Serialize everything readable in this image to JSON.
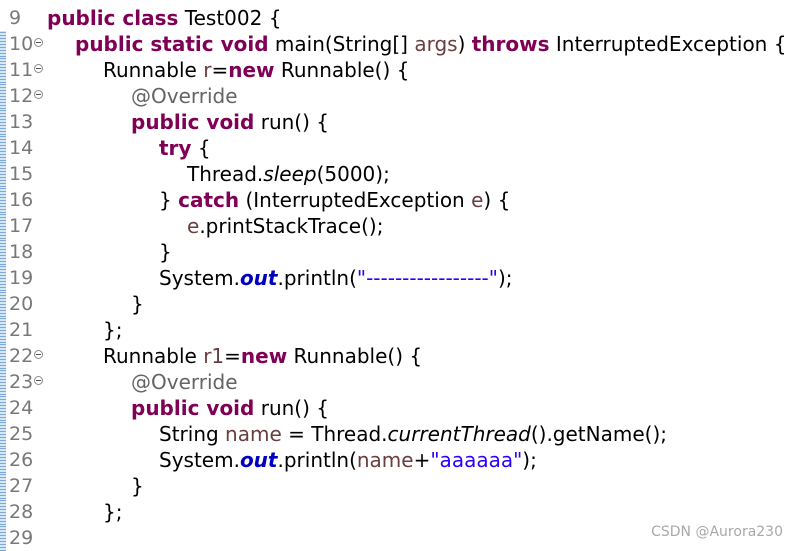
{
  "editor": {
    "lines": [
      {
        "num": "9",
        "indent": 0,
        "fold": false,
        "marker": false,
        "tokens": [
          [
            "kw",
            "public"
          ],
          [
            "",
            ""
          ],
          [
            "kw",
            " class"
          ],
          [
            "",
            " Test002 {"
          ]
        ]
      },
      {
        "num": "10",
        "indent": 1,
        "fold": true,
        "marker": true,
        "tokens": [
          [
            "kw",
            "public static void"
          ],
          [
            "",
            " main(String[] "
          ],
          [
            "var",
            "args"
          ],
          [
            "",
            ") "
          ],
          [
            "kw",
            "throws"
          ],
          [
            "",
            " InterruptedException {"
          ]
        ]
      },
      {
        "num": "11",
        "indent": 2,
        "fold": true,
        "marker": true,
        "tokens": [
          [
            "",
            "Runnable "
          ],
          [
            "var",
            "r"
          ],
          [
            "",
            "="
          ],
          [
            "kw",
            "new"
          ],
          [
            "",
            " Runnable() {"
          ]
        ]
      },
      {
        "num": "12",
        "indent": 3,
        "fold": true,
        "marker": true,
        "tokens": [
          [
            "ann",
            "@Override"
          ]
        ]
      },
      {
        "num": "13",
        "indent": 3,
        "fold": false,
        "marker": true,
        "tokens": [
          [
            "kw",
            "public void"
          ],
          [
            "",
            " run() {"
          ]
        ]
      },
      {
        "num": "14",
        "indent": 4,
        "fold": false,
        "marker": true,
        "tokens": [
          [
            "kw",
            "try"
          ],
          [
            "",
            " {"
          ]
        ]
      },
      {
        "num": "15",
        "indent": 5,
        "fold": false,
        "marker": true,
        "tokens": [
          [
            "",
            "Thread."
          ],
          [
            "itl",
            "sleep"
          ],
          [
            "",
            "(5000);"
          ]
        ]
      },
      {
        "num": "16",
        "indent": 4,
        "fold": false,
        "marker": true,
        "tokens": [
          [
            "",
            "} "
          ],
          [
            "kw",
            "catch"
          ],
          [
            "",
            " (InterruptedException "
          ],
          [
            "var",
            "e"
          ],
          [
            "",
            ") {"
          ]
        ]
      },
      {
        "num": "17",
        "indent": 5,
        "fold": false,
        "marker": true,
        "tokens": [
          [
            "var",
            "e"
          ],
          [
            "",
            ".printStackTrace();"
          ]
        ]
      },
      {
        "num": "18",
        "indent": 4,
        "fold": false,
        "marker": true,
        "tokens": [
          [
            "",
            "}"
          ]
        ]
      },
      {
        "num": "19",
        "indent": 4,
        "fold": false,
        "marker": true,
        "tokens": [
          [
            "",
            "System."
          ],
          [
            "fld",
            "out"
          ],
          [
            "",
            ".println("
          ],
          [
            "str",
            "\"-----------------\""
          ],
          [
            "",
            ");"
          ]
        ]
      },
      {
        "num": "20",
        "indent": 3,
        "fold": false,
        "marker": true,
        "tokens": [
          [
            "",
            "}"
          ]
        ]
      },
      {
        "num": "21",
        "indent": 2,
        "fold": false,
        "marker": true,
        "tokens": [
          [
            "",
            "};"
          ]
        ]
      },
      {
        "num": "22",
        "indent": 2,
        "fold": true,
        "marker": true,
        "tokens": [
          [
            "",
            "Runnable "
          ],
          [
            "var",
            "r1"
          ],
          [
            "",
            "="
          ],
          [
            "kw",
            "new"
          ],
          [
            "",
            " Runnable() {"
          ]
        ]
      },
      {
        "num": "23",
        "indent": 3,
        "fold": true,
        "marker": true,
        "tokens": [
          [
            "ann",
            "@Override"
          ]
        ]
      },
      {
        "num": "24",
        "indent": 3,
        "fold": false,
        "marker": true,
        "tokens": [
          [
            "kw",
            "public void"
          ],
          [
            "",
            " run() {"
          ]
        ]
      },
      {
        "num": "25",
        "indent": 4,
        "fold": false,
        "marker": true,
        "tokens": [
          [
            "",
            "String "
          ],
          [
            "var",
            "name"
          ],
          [
            "",
            " = Thread."
          ],
          [
            "itl",
            "currentThread"
          ],
          [
            "",
            "().getName();"
          ]
        ]
      },
      {
        "num": "26",
        "indent": 4,
        "fold": false,
        "marker": true,
        "tokens": [
          [
            "",
            "System."
          ],
          [
            "fld",
            "out"
          ],
          [
            "",
            ".println("
          ],
          [
            "var",
            "name"
          ],
          [
            "",
            "+"
          ],
          [
            "str",
            "\"aaaaaa\""
          ],
          [
            "",
            ");"
          ]
        ]
      },
      {
        "num": "27",
        "indent": 3,
        "fold": false,
        "marker": true,
        "tokens": [
          [
            "",
            "}"
          ]
        ]
      },
      {
        "num": "28",
        "indent": 2,
        "fold": false,
        "marker": true,
        "tokens": [
          [
            "",
            "};"
          ]
        ]
      },
      {
        "num": "29",
        "indent": 0,
        "fold": false,
        "marker": true,
        "tokens": []
      }
    ]
  },
  "watermark": "CSDN @Aurora230",
  "colors": {
    "keyword": "#7f0055",
    "variable": "#6a3e3e",
    "annotation": "#646464",
    "string": "#2a00ff",
    "static_field": "#0000c0",
    "line_number": "#787878"
  }
}
